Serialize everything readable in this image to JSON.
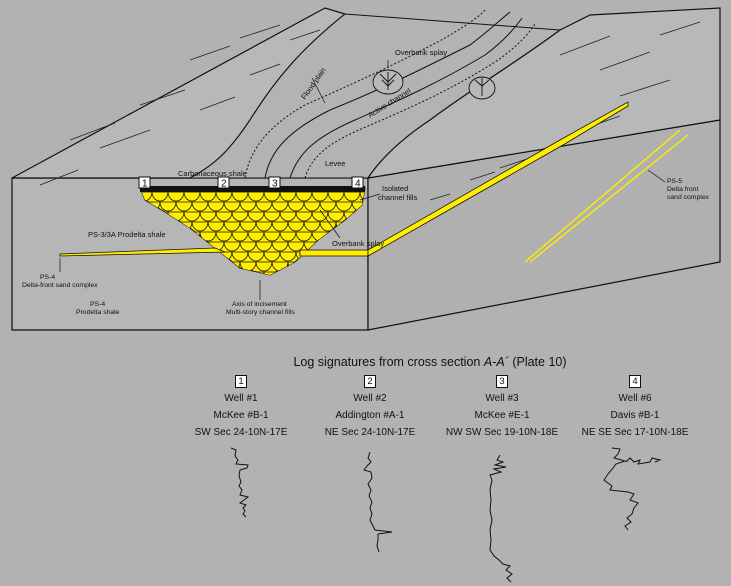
{
  "diagram": {
    "labels": {
      "overbank_splay_top": "Overbank splay",
      "flood_plain": "Flood plain",
      "active_channel": "Active channel",
      "carbonaceous_shale": "Carbonaceous shale",
      "levee": "Levee",
      "isolated_fills_1": "Isolated",
      "isolated_fills_2": "channel fills",
      "overbank_splay_bottom": "Overbank splay",
      "ps3": "PS-3/3A Prodelta shale",
      "ps4_sand_1": "PS-4",
      "ps4_sand_2": "Delta-front sand complex",
      "ps4_shale_1": "PS-4",
      "ps4_shale_2": "Prodelta shale",
      "axis_1": "Axis of incisement",
      "axis_2": "Multi-story channel fills",
      "ps5_1": "PS-5",
      "ps5_2": "Delta front",
      "ps5_3": "sand complex"
    },
    "section_numbers": [
      "1",
      "2",
      "3",
      "4"
    ],
    "colors": {
      "background": "#b2b2b2",
      "sand": "#ffee00",
      "outline": "#111111"
    }
  },
  "logs": {
    "title_prefix": "Log signatures from cross section ",
    "title_section": "A-A´",
    "title_suffix": " (Plate 10)",
    "wells": [
      {
        "num": "1",
        "name": "Well #1",
        "operator": "McKee #B-1",
        "location": "SW Sec 24-10N-17E"
      },
      {
        "num": "2",
        "name": "Well #2",
        "operator": "Addington #A-1",
        "location": "NE Sec 24-10N-17E"
      },
      {
        "num": "3",
        "name": "Well #3",
        "operator": "McKee #E-1",
        "location": "NW SW Sec 19-10N-18E"
      },
      {
        "num": "4",
        "name": "Well #6",
        "operator": "Davis #B-1",
        "location": "NE SE Sec 17-10N-18E"
      }
    ]
  }
}
